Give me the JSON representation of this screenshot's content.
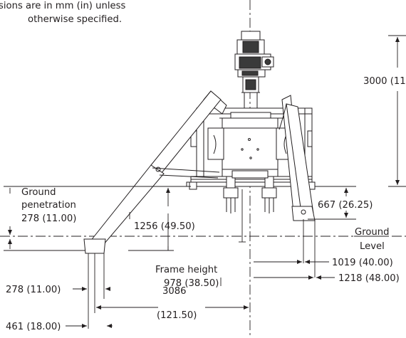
{
  "note": {
    "line1": "sions are in mm (in) unless",
    "line2": "otherwise specified."
  },
  "dimensions": {
    "height_3000": "3000 (11",
    "ground_penetration_label1": "Ground",
    "ground_penetration_label2": "penetration",
    "ground_penetration_value": "278 (11.00)",
    "dim_1256": "1256 (49.50)",
    "dim_667": "667 (26.25)",
    "ground_level1": "Ground",
    "ground_level2": "Level",
    "frame_height_label": "Frame height",
    "frame_height_value": "978 (38.50)",
    "dim_1019": "1019 (40.00)",
    "dim_1218": "1218 (48.00)",
    "dim_278_bottom": "278 (11.00)",
    "dim_3086_a": "3086",
    "dim_3086_b": "(121.50)",
    "dim_461": "461 (18.00)"
  }
}
